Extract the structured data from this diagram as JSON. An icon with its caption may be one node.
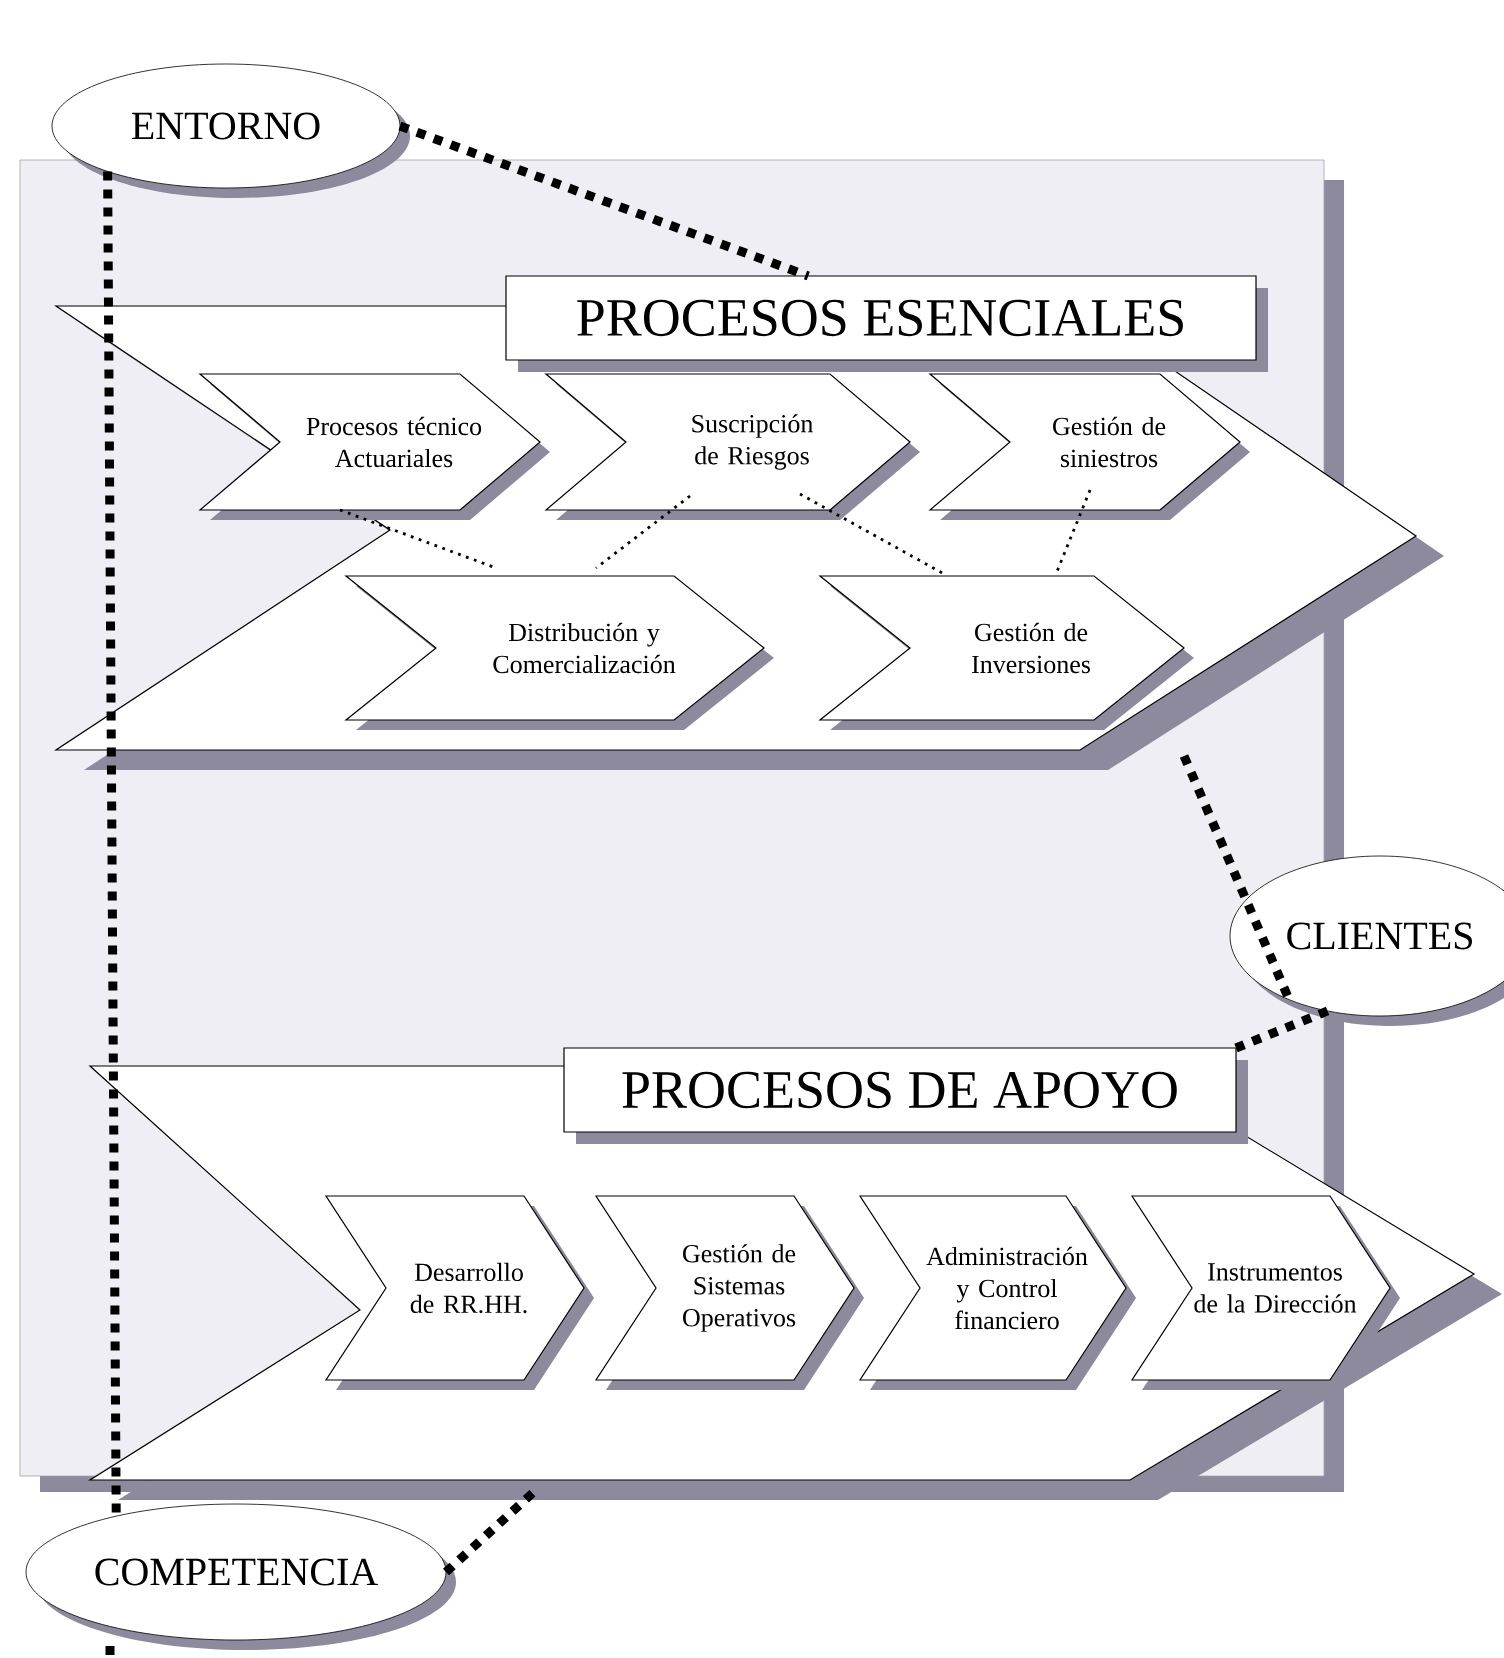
{
  "diagram": {
    "nodes": [
      {
        "text": [
          "ENTORNO"
        ]
      },
      {
        "text": [
          "PROCESOS ESENCIALES"
        ]
      },
      {
        "text": [
          "Procesos técnico Actuariales"
        ],
        "in": 1
      },
      {
        "text": [
          "Suscripción de Riesgos"
        ],
        "in": 1
      },
      {
        "text": [
          "Gestión de siniestros"
        ],
        "in": 1
      },
      {
        "text": [
          "Distribución y Comercialización"
        ],
        "in": 1
      },
      {
        "text": [
          "Gestión de Inversiones"
        ],
        "in": 1
      },
      {
        "text": [
          "CLIENTES"
        ]
      },
      {
        "text": [
          "PROCESOS DE APOYO"
        ]
      },
      {
        "text": [
          "Desarrollo de RR.HH."
        ],
        "in": 8
      },
      {
        "text": [
          "Gestión de Sistemas Operativos"
        ],
        "in": 8
      },
      {
        "text": [
          "Administración y Control financiero"
        ],
        "in": 8
      },
      {
        "text": [
          "Instrumentos de la Dirección"
        ],
        "in": 8
      },
      {
        "text": [
          "COMPETENCIA"
        ]
      }
    ],
    "edges": [
      {
        "from": 0,
        "to": 1,
        "arrow": "none",
        "style": "dashed"
      },
      {
        "from": 1,
        "to": 7,
        "arrow": "none",
        "style": "dashed"
      },
      {
        "from": 7,
        "to": 8,
        "arrow": "none",
        "style": "dashed"
      },
      {
        "from": 13,
        "to": 8,
        "arrow": "none",
        "style": "dashed"
      },
      {
        "from": 0,
        "to": 13,
        "arrow": "none",
        "style": "dashed"
      },
      {
        "from": 2,
        "to": 5,
        "arrow": "none"
      },
      {
        "from": 3,
        "to": 5,
        "arrow": "none"
      },
      {
        "from": 3,
        "to": 6,
        "arrow": "none"
      },
      {
        "from": 4,
        "to": 6,
        "arrow": "none"
      }
    ]
  }
}
